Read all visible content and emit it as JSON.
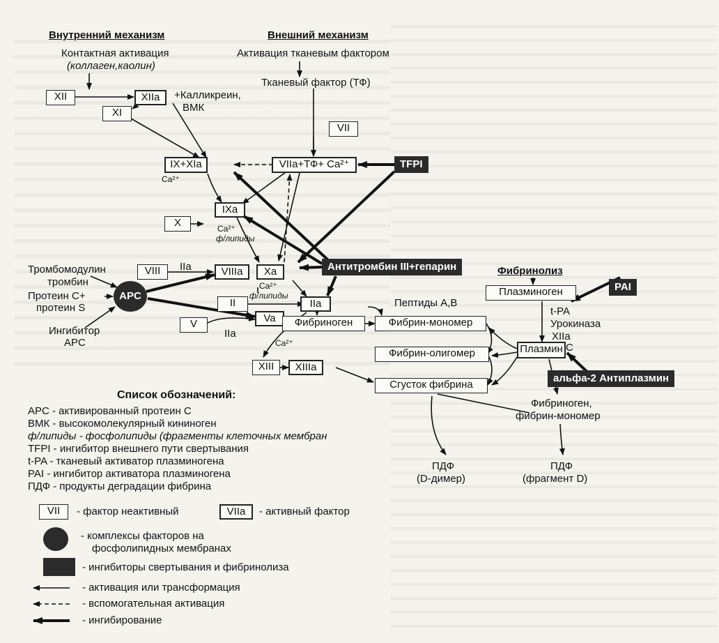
{
  "headers": {
    "intrinsic": "Внутренний механизм",
    "extrinsic": "Внешний механизм",
    "fibrinolysis": "Фибринолиз"
  },
  "labels": {
    "contact_activation": "Контактная активация",
    "contact_activators": "(коллаген,каолин)",
    "kallikrein": "+Калликреин,",
    "hmk": "ВМК",
    "tf_activation": "Активация тканевым фактором",
    "tissue_factor": "Тканевый фактор (ТФ)",
    "ca1": "Ca²⁺",
    "ca2": "Ca²⁺",
    "ca3": "Ca²⁺",
    "ca4": "Ca²⁺",
    "phospholipids1": "ф/липиды",
    "phospholipids2": "ф/липиды",
    "iia_1": "IIa",
    "iia_2": "IIa",
    "thrombomodulin": "Тромбомодулин",
    "thrombin": "тромбин",
    "protein_c": "Протеин С+",
    "protein_s": "протеин S",
    "inhibitor": "Ингибитор",
    "apc_word": "APC",
    "peptides": "Пептиды А,В",
    "tpa": "t-PA",
    "urokinase": "Урокиназа",
    "xiia": "XIIa",
    "apc_fib": "APC",
    "fibrinogen_monomer_1": "Фибриноген,",
    "fibrinogen_monomer_2": "фибрин-мономер",
    "fdp_1": "ПДФ",
    "ddimer": "(D-димер)",
    "fdp_2": "ПДФ",
    "fragment_d": "(фрагмент D)"
  },
  "boxes": {
    "xii": "XII",
    "xiia": "XIIa",
    "xi": "XI",
    "vii": "VII",
    "ix_xia": "IX+XIa",
    "viia_tf_ca": "VIIa+ТФ+ Ca²⁺",
    "ixa": "IXa",
    "x": "X",
    "viii": "VIII",
    "viiia": "VIIIa",
    "xa": "Xa",
    "iia": "IIa",
    "ii": "II",
    "va": "Va",
    "v": "V",
    "fibrinogen": "Фибриноген",
    "fibrin_monomer": "Фибрин-мономер",
    "fibrin_oligomer": "Фибрин-олигомер",
    "clot": "Сгусток фибрина",
    "xiii": "XIII",
    "xiiia": "XIIIa",
    "plasminogen": "Плазминоген",
    "plasmin": "Плазмин"
  },
  "inhibitors": {
    "tfpi": "TFPI",
    "antithrombin": "Антитромбин III+гепарин",
    "pai": "PAI",
    "alpha2": "альфа-2 Антиплазмин"
  },
  "apc_circle": "APC",
  "legend": {
    "title": "Список обозначений:",
    "items": [
      "APC - активированный протеин С",
      "ВМК - высокомолекулярный кининоген",
      "ф/липиды - фосфолипиды (фрагменты клеточных мембран",
      "TFPI - ингибитор внешнего пути свертывания",
      "t-PA - тканевый активатор плазминогена",
      "PAI - ингибитор активатора плазминогена",
      "ПДФ - продукты деградации фибрина"
    ],
    "sym_inactive_box": "VII",
    "sym_inactive_text": "- фактор неактивный",
    "sym_active_box": "VIIa",
    "sym_active_text": "- активный фактор",
    "sym_circle_1": "- комплексы факторов на",
    "sym_circle_2": "фосфолипидных мембранах",
    "sym_inhibitor": "- ингибиторы свертывания и фибринолиза",
    "sym_activation": "- активация или трансформация",
    "sym_aux": "- вспомогательная активация",
    "sym_inhibition": "- ингибирование"
  },
  "colors": {
    "background": "#f4f3ee",
    "ink": "#111111",
    "inhibitor_fill": "#2b2b2b"
  }
}
